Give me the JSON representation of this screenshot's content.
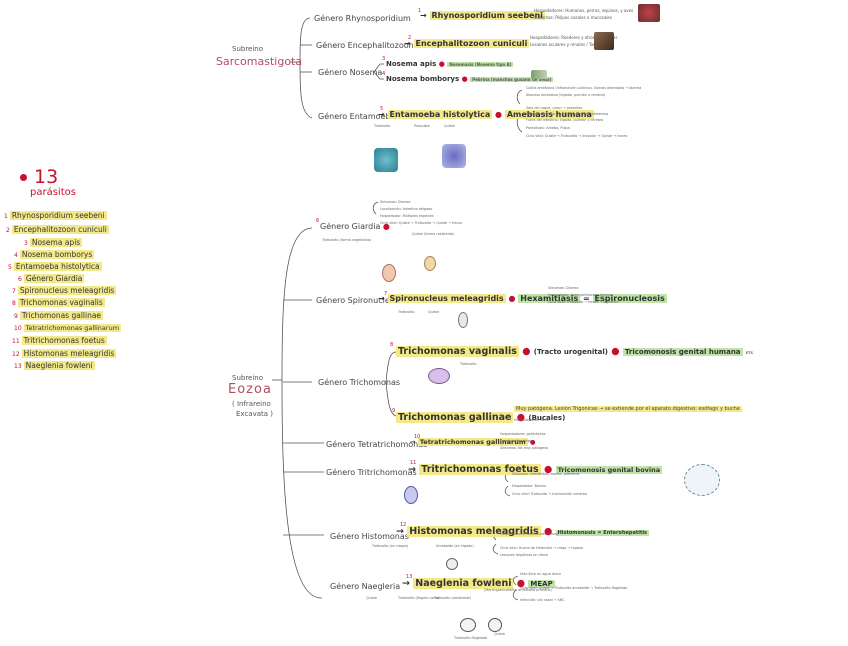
{
  "title": {
    "number": "13",
    "word": "parásitos"
  },
  "parasite_list": [
    {
      "n": "1",
      "name": "Rhynosporidium seebeni"
    },
    {
      "n": "2",
      "name": "Encephalitozoon cuniculi"
    },
    {
      "n": "3",
      "name": "Nosema apis"
    },
    {
      "n": "4",
      "name": "Nosema bomborys"
    },
    {
      "n": "5",
      "name": "Entamoeba histolytica"
    },
    {
      "n": "6",
      "name": "Género Giardia"
    },
    {
      "n": "7",
      "name": "Spironucleus meleagridis"
    },
    {
      "n": "8",
      "name": "Trichomonas vaginalis"
    },
    {
      "n": "9",
      "name": "Trichomonas gallinae"
    },
    {
      "n": "10",
      "name": "Tetratrichomonas gallinarum"
    },
    {
      "n": "11",
      "name": "Tritrichomonas foetus"
    },
    {
      "n": "12",
      "name": "Histomonas meleagridis"
    },
    {
      "n": "13",
      "name": "Naeglenia fowleni"
    }
  ],
  "subreino1": {
    "label": "Subreino",
    "name": "Sarcomastigota"
  },
  "subreino2": {
    "label": "Subreino",
    "name": "Eozoa",
    "sub1": "( Infrareino",
    "sub2": "Excavata )"
  },
  "genera": {
    "rhyno": {
      "genus": "Género Rhynosporidium",
      "n": "1",
      "species": "Rhynosporidium seebeni",
      "note1": "Hospedadores: Humanos, perros, equinos, y aves",
      "note2": "Síntomas: Pólipos nasales o mucosales"
    },
    "encephalito": {
      "genus": "Género Encephalitozoon",
      "n": "2",
      "species": "Encephalitozoon cuniculi",
      "note1": "Hospedadores: Roedores y otros mamíferos",
      "note2": "Lesiones oculares y renales / Tortícolis"
    },
    "nosema": {
      "genus": "Género Nosema",
      "n3": "3",
      "sp1": "Nosema apis",
      "sp1b": "Nosemosis (Nosema tipo A)",
      "n4": "4",
      "sp2": "Nosema bomborys",
      "sp2b": "Pebrina (manchas gusano de seda)"
    },
    "entamoeba": {
      "genus": "Género Entamoeba",
      "n": "5",
      "species": "Entamoeba histolytica",
      "host": "Amebiasis humana",
      "forms": [
        "Trofozoíto",
        "Prequiste",
        "Quiste"
      ],
      "right_notes": [
        "Colitis amebiana (Inflamación colónica, úlceras alteradas) → diarrea",
        "Absceso amebiano (hígado, pulmón o cerebro)",
        "Sala del roque, colon → parásitos",
        "Quiste infeccioso → contamina agua y alimentos",
        "Fuera del intestino: hígado, pulmón y cerebro",
        "Parasitosis: Ameba, Pulpa",
        "Ciclo vital: Quiste → Trofozoíto → Invasión → Quiste → heces"
      ]
    },
    "giardia": {
      "genus": "Género Giardia",
      "n": "6",
      "top_notes": [
        "Síntomas: Diarrea",
        "Localización: Intestino delgado",
        "Hospedador: Múltiples especies",
        "Ciclo vital: Quiste → Trofozoíto → Quiste → heces"
      ],
      "forms": [
        "Trofozoíto (forma vegetativa)",
        "Quiste (forma resistente)"
      ]
    },
    "spiro": {
      "genus": "Género Spironucleus",
      "n": "7",
      "species": "Spironucleus meleagridis",
      "host1": "Hexamitiasis",
      "host2": "Espironucleosis",
      "forms": [
        "Trofozoíto",
        "Quiste"
      ],
      "notes": [
        "Síntomas: Diarrea",
        "Hospedador: Aves gallináceas jóvenes",
        "Ciclo vital: Trofozoíto → heces → ingestión"
      ]
    },
    "trich": {
      "genus": "Género Trichomonas",
      "n8": "8",
      "sp1": "Trichomonas vaginalis",
      "sp1b": "(Tracto urogenital)",
      "sp1c": "Tricomonosis genital humana",
      "sp1d": "ETS",
      "form_title": "Trofozoíto",
      "n9": "9",
      "sp2": "Trichomonas gallinae",
      "sp2b": "(Bucales)",
      "sp2c": "Muy patógena. Lesión Trigonicas → se extiende por el aparato digestivo: esófago y buche",
      "sp2d": "Hospedadores: Aves"
    },
    "tetra": {
      "genus": "Género Tetratrichomonas",
      "n": "10",
      "species": "Tetratrichomonas gallinarum",
      "notes": [
        "Hospedadores: gallináceas",
        "Localización: ciegos",
        "Síntomas: No muy patógena"
      ]
    },
    "tritri": {
      "genus": "Género Tritrichomonas",
      "n": "11",
      "species": "Tritrichomonas foetus",
      "host": "Tricomonosis genital bovina",
      "notes": [
        "Síntomas: Infertilidad, aborto, piómetra",
        "Hospedador: Bovino",
        "Ciclo vital: Trofozoíto → transmisión venérea"
      ]
    },
    "histo": {
      "genus": "Género Histomonas",
      "n": "12",
      "species": "Histomonas meleagridis",
      "host": "Histomonosis = Enterohepatitis",
      "forms": [
        "Trofozoíto (en ciegos)",
        "Ameboide (en hígado)"
      ],
      "notes": [
        "Hospedadores: Gallináceas (pavo)",
        "Ciclo vital: Huevo de Heterakis → ciego → hígado",
        "Lesiones hepáticas en diana"
      ]
    },
    "naegleria": {
      "genus": "Género Naegleria",
      "n": "13",
      "species": "Naeglenia fowleni",
      "host": "MEAP",
      "host_sub": "(Meningoencefalitis amebiana primaria)",
      "forms": [
        "Quiste",
        "Trofozoíto (flagelo corto)",
        "Trofozoíto (ameboide)"
      ],
      "labels": [
        "Trofozoíto flagelado",
        "Quiste"
      ],
      "notes": [
        "Vida libre en agua dulce",
        "Ciclo vital: Quiste → Trofozoíto ameboide → Trofozoíto flagelado",
        "Infección: vía nasal → SNC"
      ]
    }
  },
  "colors": {
    "red": "#c8102e",
    "highlight": "#f3e98a",
    "green_hl": "#bfe3a8",
    "line": "#555555"
  }
}
